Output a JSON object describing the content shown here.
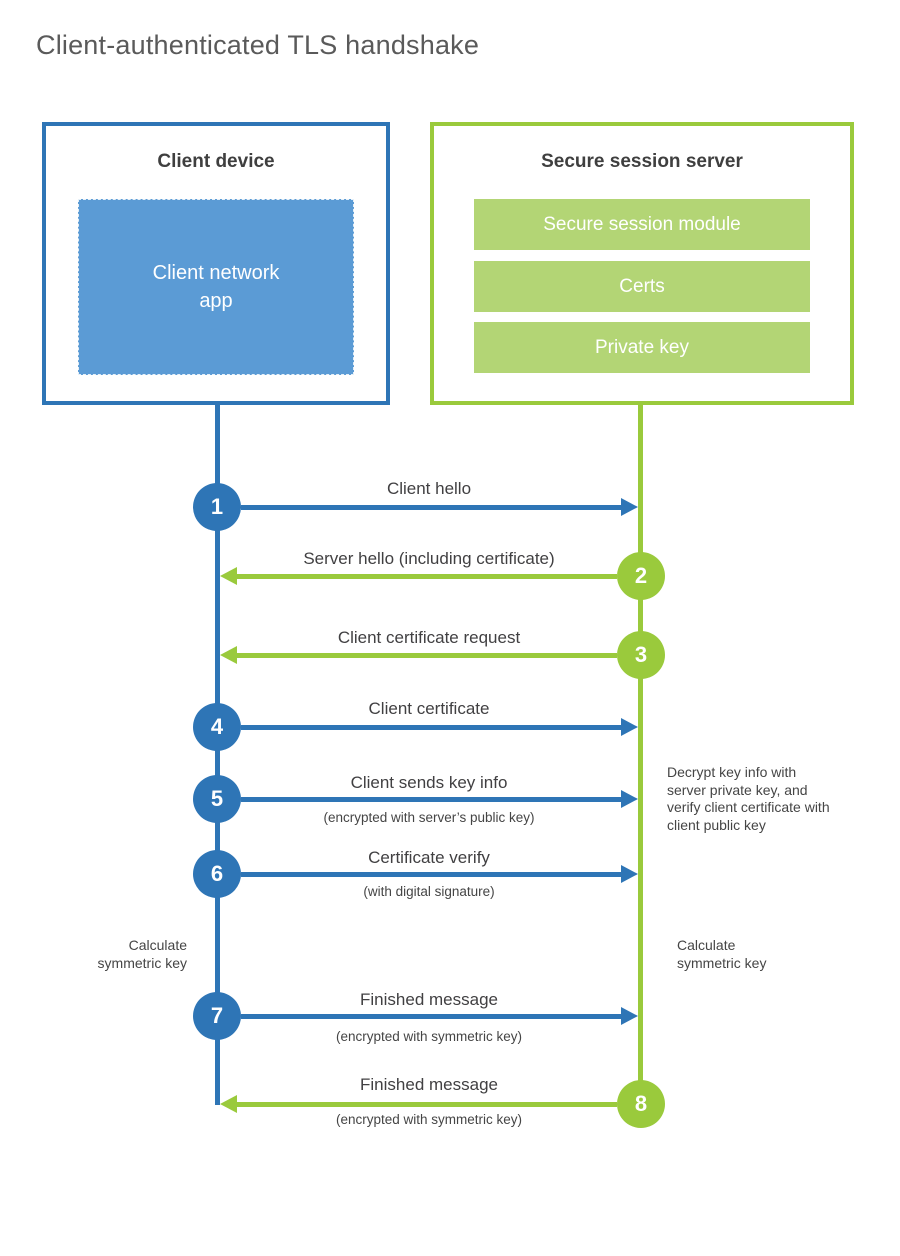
{
  "title": "Client-authenticated TLS handshake",
  "client_box": {
    "title": "Client device",
    "app": "Client network\napp"
  },
  "server_box": {
    "title": "Secure session server",
    "modules": [
      "Secure session module",
      "Certs",
      "Private key"
    ]
  },
  "steps": [
    {
      "num": "1",
      "label": "Client hello"
    },
    {
      "num": "2",
      "label": "Server hello (including certificate)"
    },
    {
      "num": "3",
      "label": "Client certificate request"
    },
    {
      "num": "4",
      "label": "Client certificate"
    },
    {
      "num": "5",
      "label": "Client sends key info",
      "sublabel": "(encrypted with server’s public key)"
    },
    {
      "num": "6",
      "label": "Certificate verify",
      "sublabel": "(with digital signature)"
    },
    {
      "num": "7",
      "label": "Finished message",
      "sublabel": "(encrypted with symmetric key)"
    },
    {
      "num": "8",
      "label": "Finished message",
      "sublabel": "(encrypted with symmetric key)"
    }
  ],
  "notes": {
    "decrypt": "Decrypt key info with server private key, and verify client certificate with client public key",
    "calculate_left": "Calculate\nsymmetric key",
    "calculate_right": "Calculate\nsymmetric key"
  },
  "colors": {
    "blue": "#2e75b6",
    "blue-fill": "#5b9bd5",
    "green": "#9aca3c",
    "green-fill": "#b3d575",
    "text-dark": "#3f3f3f",
    "title-gray": "#5a5a5a"
  }
}
